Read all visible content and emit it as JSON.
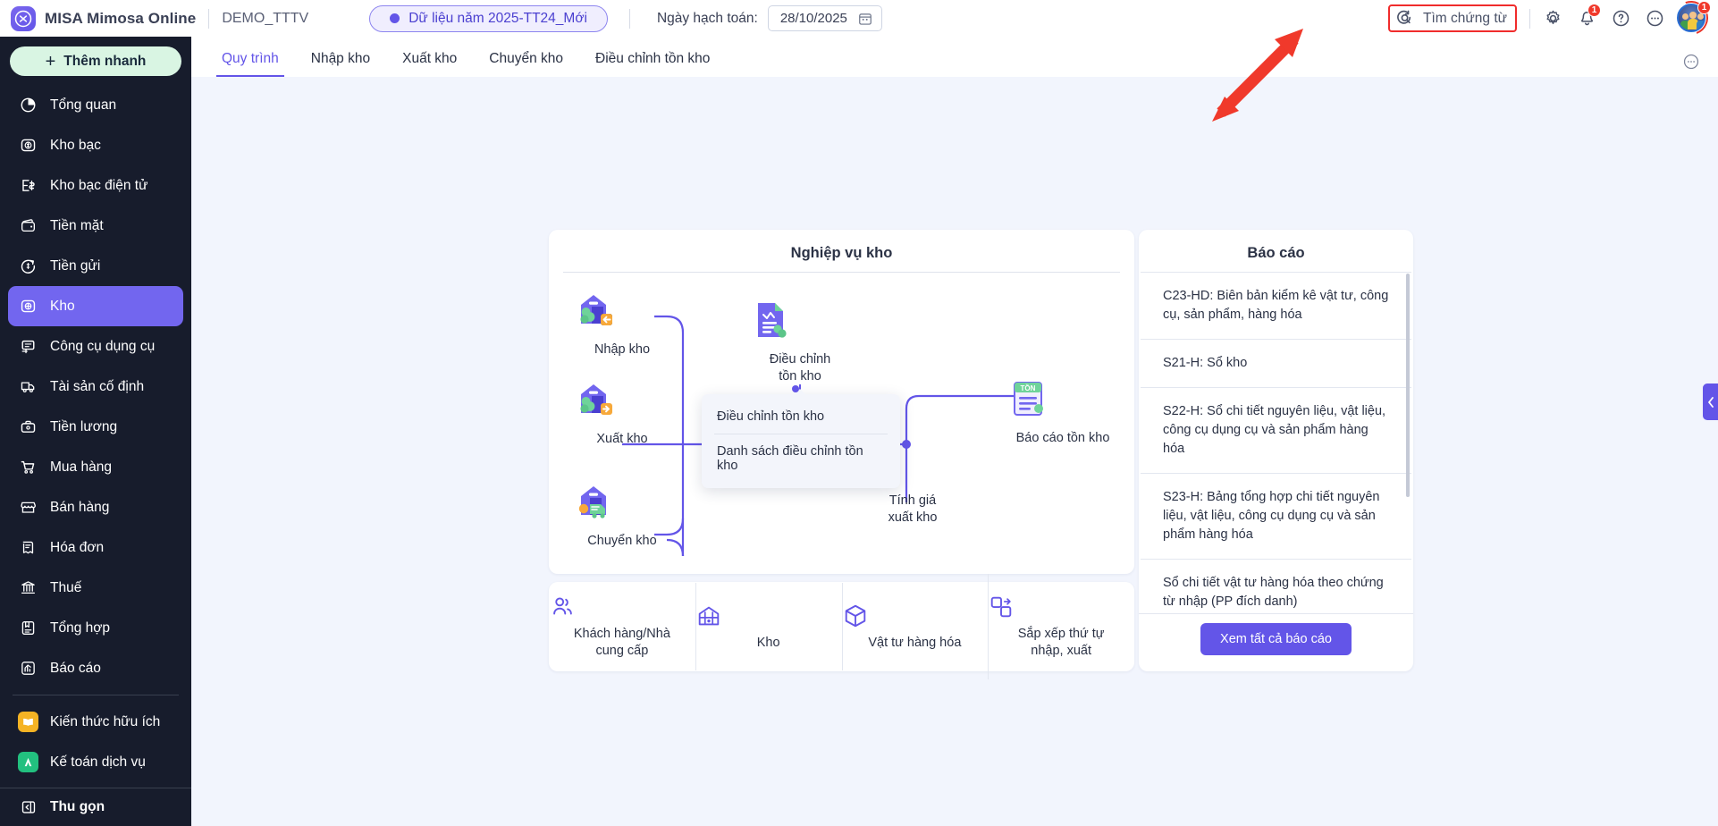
{
  "header": {
    "brand": "MISA Mimosa Online",
    "tenant": "DEMO_TTTV",
    "year_pill": "Dữ liệu năm 2025-TT24_Mới",
    "date_label": "Ngày hạch toán:",
    "date_value": "28/10/2025",
    "search_doc": "Tìm chứng từ",
    "notification_badge": "1",
    "avatar_badge": "1",
    "icons": {
      "logo": "misa-logo-icon",
      "calendar": "calendar-icon",
      "search": "search-document-icon",
      "settings": "gear-icon",
      "bell": "bell-icon",
      "help": "help-circle-icon",
      "more": "more-dots-icon",
      "avatar": "avatar"
    }
  },
  "sidebar": {
    "quick_add": "Thêm nhanh",
    "collapse": "Thu gọn",
    "items": [
      {
        "label": "Tổng quan",
        "icon": "pie-chart-icon",
        "active": false
      },
      {
        "label": "Kho bạc",
        "icon": "treasury-icon",
        "active": false
      },
      {
        "label": "Kho bạc điện tử",
        "icon": "e-treasury-icon",
        "active": false
      },
      {
        "label": "Tiền mặt",
        "icon": "wallet-icon",
        "active": false
      },
      {
        "label": "Tiền gửi",
        "icon": "deposit-icon",
        "active": false
      },
      {
        "label": "Kho",
        "icon": "warehouse-icon",
        "active": true
      },
      {
        "label": "Công cụ dụng cụ",
        "icon": "tools-icon",
        "active": false
      },
      {
        "label": "Tài sản cố định",
        "icon": "fixed-asset-icon",
        "active": false
      },
      {
        "label": "Tiền lương",
        "icon": "briefcase-icon",
        "active": false
      },
      {
        "label": "Mua hàng",
        "icon": "cart-icon",
        "active": false
      },
      {
        "label": "Bán hàng",
        "icon": "store-icon",
        "active": false
      },
      {
        "label": "Hóa đơn",
        "icon": "invoice-icon",
        "active": false
      },
      {
        "label": "Thuế",
        "icon": "bank-icon",
        "active": false
      },
      {
        "label": "Tổng hợp",
        "icon": "ledger-icon",
        "active": false
      },
      {
        "label": "Báo cáo",
        "icon": "report-chart-icon",
        "active": false
      }
    ],
    "extra_items": [
      {
        "label": "Kiến thức hữu ích",
        "icon": "book-icon",
        "color": "#f5b324"
      },
      {
        "label": "Kế toán dịch vụ",
        "icon": "amis-icon",
        "color": "#22c07f"
      }
    ]
  },
  "tabs": [
    {
      "label": "Quy trình",
      "active": true
    },
    {
      "label": "Nhập kho",
      "active": false
    },
    {
      "label": "Xuất kho",
      "active": false
    },
    {
      "label": "Chuyển kho",
      "active": false
    },
    {
      "label": "Điều chỉnh tồn kho",
      "active": false
    }
  ],
  "flow": {
    "title": "Nghiệp vụ kho",
    "nodes": [
      {
        "label": "Nhập kho",
        "icon": "warehouse-in-icon"
      },
      {
        "label": "Xuất kho",
        "icon": "warehouse-out-icon"
      },
      {
        "label": "Chuyển kho",
        "icon": "warehouse-transfer-icon"
      },
      {
        "label": "Điều chỉnh tồn\nkho",
        "icon": "stock-adjust-doc-icon"
      },
      {
        "label": "Tính giá xuất\nkho",
        "icon": "price-calc-doc-icon"
      },
      {
        "label": "Báo cáo tồn kho",
        "icon": "stock-report-icon"
      }
    ],
    "node_labels": {
      "nhap_kho": "Nhập kho",
      "xuat_kho": "Xuất kho",
      "chuyen_kho": "Chuyển kho",
      "dieu_chinh": "Điều chỉnh tồn kho",
      "tinh_gia": "Tính giá xuất kho",
      "bao_cao_ton": "Báo cáo tồn kho"
    }
  },
  "dropdown": {
    "items": [
      "Điều chỉnh tồn kho",
      "Danh sách điều chỉnh tồn kho"
    ]
  },
  "quick_links": [
    {
      "label": "Khách hàng/Nhà cung cấp",
      "icon": "people-icon"
    },
    {
      "label": "Kho",
      "icon": "warehouse-outline-icon"
    },
    {
      "label": "Vật tư hàng hóa",
      "icon": "box-icon"
    },
    {
      "label": "Sắp xếp thứ tự nhập, xuất",
      "icon": "sort-icon"
    }
  ],
  "report_panel": {
    "title": "Báo cáo",
    "items": [
      "C23-HD: Biên bản kiểm kê vật tư, công cụ, sản phẩm, hàng hóa",
      "S21-H: Sổ kho",
      "S22-H: Sổ chi tiết nguyên liệu, vật liệu, công cụ dụng cụ và sản phẩm hàng hóa",
      "S23-H: Bảng tổng hợp chi tiết nguyên liệu, vật liệu, công cụ dụng cụ và sản phẩm hàng hóa",
      "Sổ chi tiết vật tư hàng hóa theo chứng từ nhập (PP đích danh)"
    ],
    "button": "Xem tất cả báo cáo"
  },
  "colors": {
    "accent": "#6355e8",
    "sidebar_bg": "#171c2c",
    "page_bg": "#f2f5fd",
    "highlight_red": "#f02c2c",
    "green": "#22c07f"
  }
}
